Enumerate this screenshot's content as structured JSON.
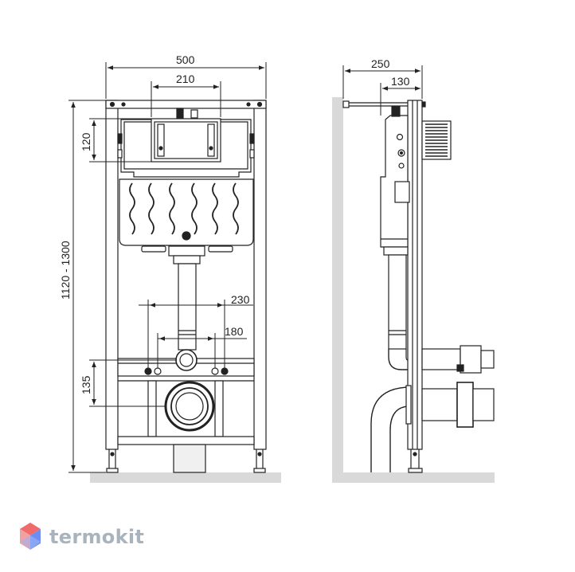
{
  "front_view": {
    "dim_width": "500",
    "dim_panel": "210",
    "dim_panel_height": "120",
    "dim_height": "1120 - 1300",
    "dim_stud_outer": "230",
    "dim_stud_inner": "180",
    "dim_outlet_height": "135"
  },
  "side_view": {
    "dim_depth": "250",
    "dim_offset": "130"
  },
  "logo": {
    "text": "termokit",
    "colors": [
      "#f06b6b",
      "#6d8ef0",
      "#b9c3cc"
    ]
  },
  "colors": {
    "line": "#222222",
    "floor": "#d9d9d9"
  }
}
